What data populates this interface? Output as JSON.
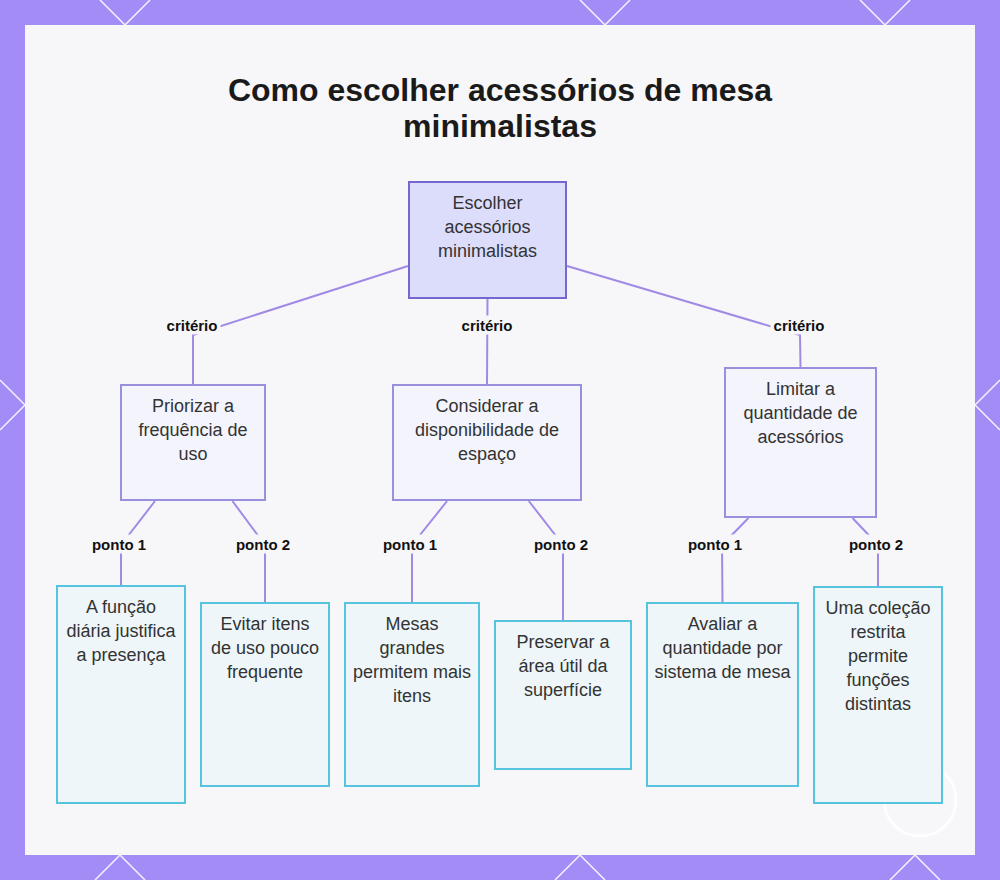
{
  "diagram": {
    "title": "Como escolher acessórios de mesa minimalistas",
    "nodes": [
      {
        "text": [
          "Escolher acessórios minimalistas"
        ]
      },
      {
        "text": [
          "Priorizar a frequência de uso"
        ]
      },
      {
        "text": [
          "Considerar a disponibilidade de espaço"
        ]
      },
      {
        "text": [
          "Limitar a quantidade de acessórios"
        ]
      },
      {
        "text": [
          "A função diária justifica a presença"
        ]
      },
      {
        "text": [
          "Evitar itens de uso pouco frequente"
        ]
      },
      {
        "text": [
          "Mesas grandes permitem mais itens"
        ]
      },
      {
        "text": [
          "Preservar a área útil da superfície"
        ]
      },
      {
        "text": [
          "Avaliar a quantidade por sistema de mesa"
        ]
      },
      {
        "text": [
          "Uma coleção restrita permite funções distintas"
        ]
      }
    ],
    "edges": [
      {
        "from": 0,
        "to": 1,
        "arrow": "none",
        "label": "critério"
      },
      {
        "from": 0,
        "to": 2,
        "arrow": "none",
        "label": "critério"
      },
      {
        "from": 0,
        "to": 3,
        "arrow": "none",
        "label": "critério"
      },
      {
        "from": 1,
        "to": 4,
        "arrow": "none",
        "label": "ponto 1"
      },
      {
        "from": 1,
        "to": 5,
        "arrow": "none",
        "label": "ponto 2"
      },
      {
        "from": 2,
        "to": 6,
        "arrow": "none",
        "label": "ponto 1"
      },
      {
        "from": 2,
        "to": 7,
        "arrow": "none",
        "label": "ponto 2"
      },
      {
        "from": 3,
        "to": 8,
        "arrow": "none",
        "label": "ponto 1"
      },
      {
        "from": 3,
        "to": 9,
        "arrow": "none",
        "label": "ponto 2"
      }
    ]
  }
}
